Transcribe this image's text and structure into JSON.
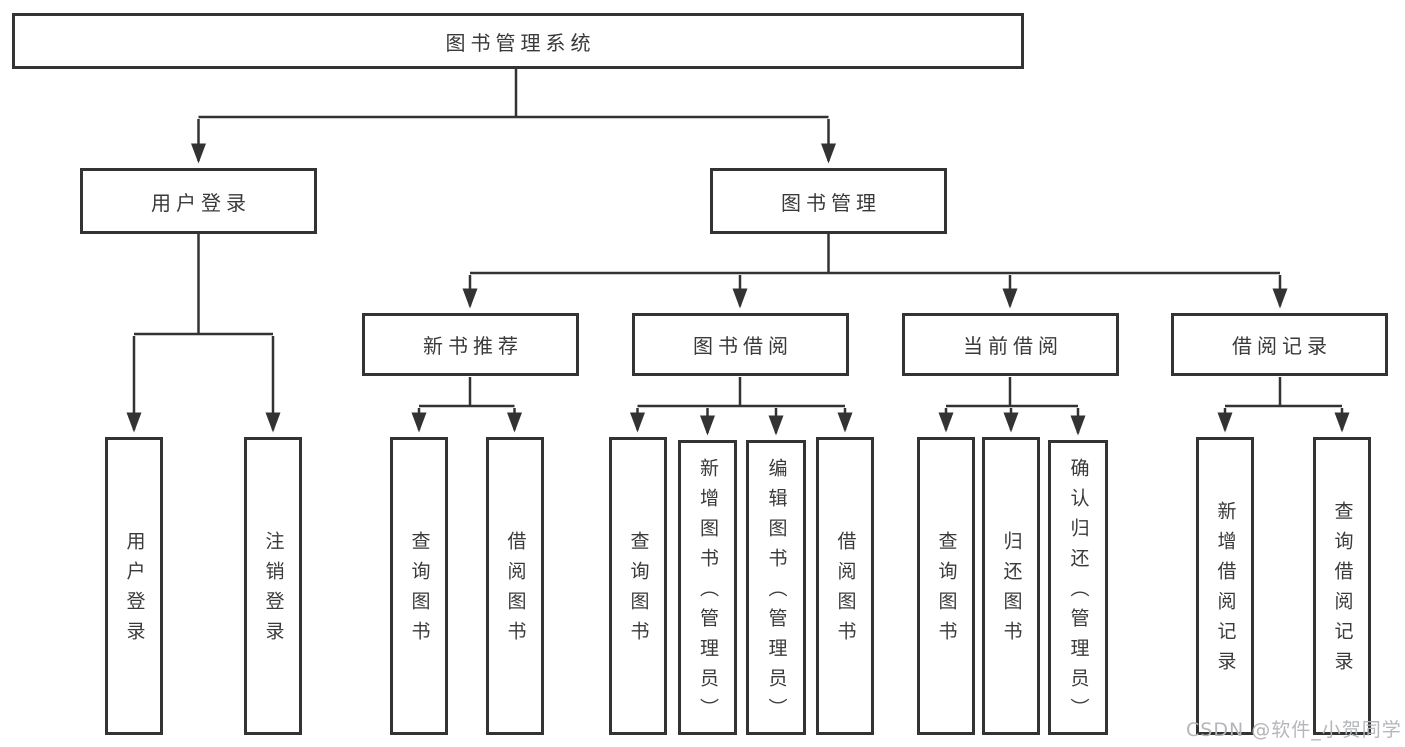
{
  "diagram": {
    "title": "图书管理系统",
    "colors": {
      "line": "#333333",
      "text": "#3a3a3a",
      "box_fill": "#ffffff",
      "box_border": "#333333",
      "watermark": "#b4b6ba",
      "background": "#ffffff"
    },
    "nodes": {
      "root": {
        "label": "图书管理系统"
      },
      "user_login": {
        "label": "用户登录"
      },
      "book_management": {
        "label": "图书管理"
      },
      "new_book_recommend": {
        "label": "新书推荐"
      },
      "book_borrow": {
        "label": "图书借阅"
      },
      "current_borrow": {
        "label": "当前借阅"
      },
      "borrow_records": {
        "label": "借阅记录"
      },
      "leaf_user_login": {
        "label": "用户登录"
      },
      "leaf_logout": {
        "label": "注销登录"
      },
      "leaf_nb_query_books": {
        "label": "查询图书"
      },
      "leaf_nb_borrow_books": {
        "label": "借阅图书"
      },
      "leaf_bb_query_books": {
        "label": "查询图书"
      },
      "leaf_bb_add_books": {
        "label": "新增图书（管理员）"
      },
      "leaf_bb_edit_books": {
        "label": "编辑图书（管理员）"
      },
      "leaf_bb_borrow_books": {
        "label": "借阅图书"
      },
      "leaf_cb_query_books": {
        "label": "查询图书"
      },
      "leaf_cb_return_books": {
        "label": "归还图书"
      },
      "leaf_cb_confirm_return": {
        "label": "确认归还（管理员）"
      },
      "leaf_br_add_record": {
        "label": "新增借阅记录"
      },
      "leaf_br_query_record": {
        "label": "查询借阅记录"
      }
    }
  },
  "watermark": {
    "text": "CSDN @软件_小贺同学"
  }
}
